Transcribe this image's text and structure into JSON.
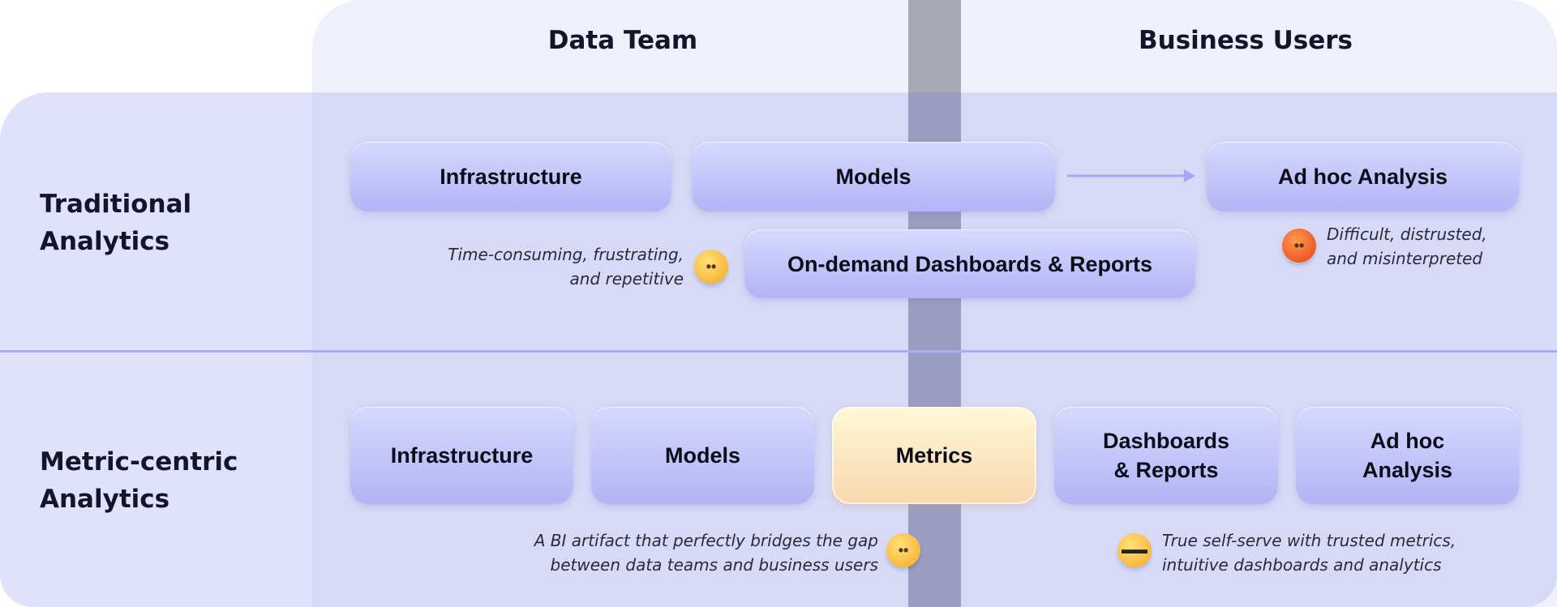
{
  "columns": {
    "data_team": "Data Team",
    "business_users": "Business Users"
  },
  "rows": {
    "traditional": {
      "label_line1": "Traditional",
      "label_line2": "Analytics",
      "boxes": {
        "infrastructure": "Infrastructure",
        "models": "Models",
        "ad_hoc": "Ad hoc Analysis",
        "dashboards": "On-demand Dashboards & Reports"
      },
      "note_data_team": {
        "line1": "Time-consuming, frustrating,",
        "line2": "and repetitive",
        "emoji": "unamused-face-icon"
      },
      "note_business": {
        "line1": "Difficult, distrusted,",
        "line2": "and misinterpreted",
        "emoji": "angry-face-icon"
      }
    },
    "metric_centric": {
      "label_line1": "Metric-centric",
      "label_line2": "Analytics",
      "boxes": {
        "infrastructure": "Infrastructure",
        "models": "Models",
        "metrics": "Metrics",
        "dashboards_line1": "Dashboards",
        "dashboards_line2": "& Reports",
        "ad_hoc_line1": "Ad hoc",
        "ad_hoc_line2": "Analysis"
      },
      "note_bridge": {
        "line1": "A BI artifact that perfectly bridges the gap",
        "line2": "between data teams and business users",
        "emoji": "hugging-face-icon"
      },
      "note_self_serve": {
        "line1": "True self-serve with trusted metrics,",
        "line2": "intuitive dashboards and analytics",
        "emoji": "sunglasses-face-icon"
      }
    }
  },
  "colors": {
    "box_blue": "#b2b4f6",
    "box_gold": "#f9d8ae",
    "divider": "#a9adf6",
    "bar": "#9a9cc0"
  }
}
